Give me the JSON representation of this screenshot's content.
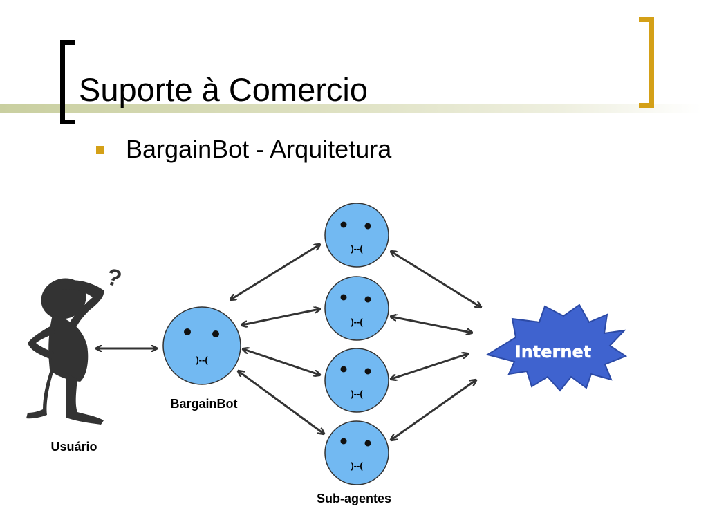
{
  "slide": {
    "title": "Suporte à Comercio",
    "bullet": "BargainBot - Arquitetura"
  },
  "diagram": {
    "user_label": "Usuário",
    "bargainbot_label": "BargainBot",
    "subagents_label": "Sub-agentes",
    "internet_label": "Internet",
    "agent_mouth": ")--(",
    "question_mark": "?"
  },
  "colors": {
    "accent": "#d4a017",
    "agent_fill": "#72b9f2",
    "internet_fill": "#3f63cf",
    "arrow": "#333333"
  },
  "icons": {
    "user": "thinking-person-icon",
    "agent": "smiley-face-icon",
    "internet": "starburst-icon"
  }
}
